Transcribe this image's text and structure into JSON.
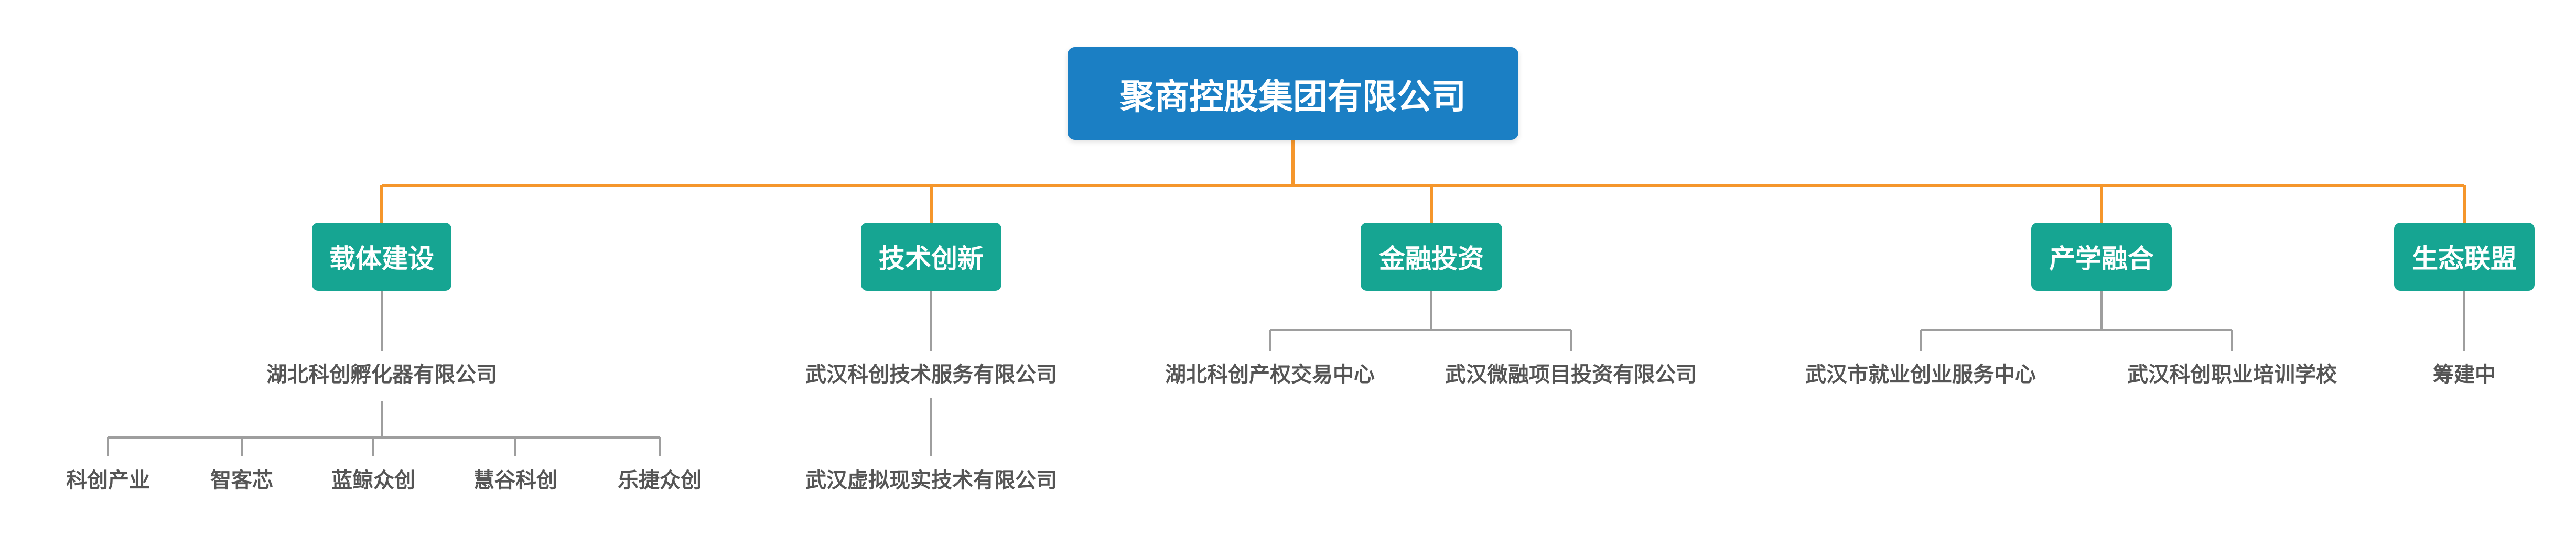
{
  "root": {
    "title": "聚商控股集团有限公司"
  },
  "categories": [
    {
      "label": "载体建设"
    },
    {
      "label": "技术创新"
    },
    {
      "label": "金融投资"
    },
    {
      "label": "产学融合"
    },
    {
      "label": "生态联盟"
    }
  ],
  "carrier": {
    "company": "湖北科创孵化器有限公司",
    "subs": [
      "科创产业",
      "智客芯",
      "蓝鲸众创",
      "慧谷科创",
      "乐捷众创"
    ]
  },
  "tech": {
    "company1": "武汉科创技术服务有限公司",
    "company2": "武汉虚拟现实技术有限公司"
  },
  "finance": {
    "items": [
      "湖北科创产权交易中心",
      "武汉微融项目投资有限公司"
    ]
  },
  "edu": {
    "items": [
      "武汉市就业创业服务中心",
      "武汉科创职业培训学校"
    ]
  },
  "eco": {
    "item": "筹建中"
  },
  "colors": {
    "root_fill": "#1b7fc4",
    "category_fill": "#16a592",
    "main_connector": "#f5962b",
    "sub_connector": "#9e9e9e",
    "label_text": "#555555"
  }
}
